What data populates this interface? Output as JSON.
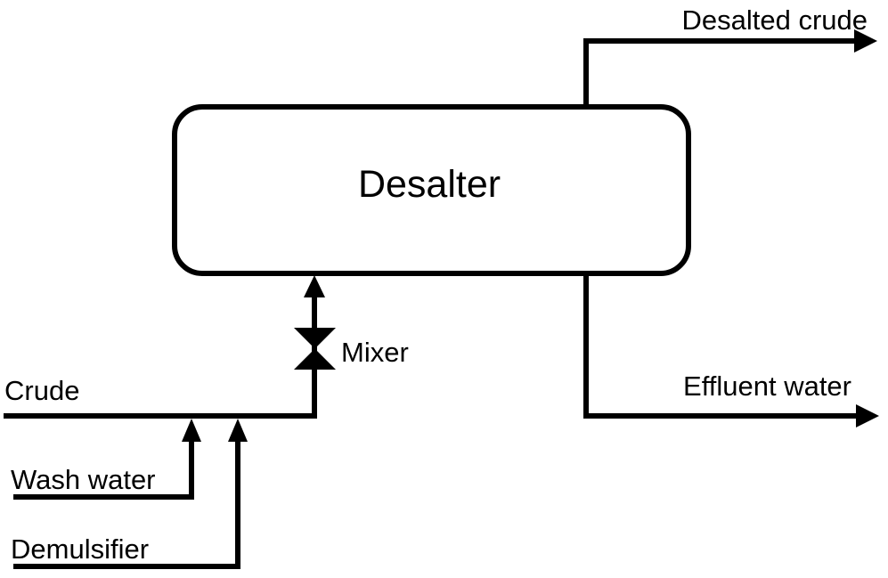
{
  "diagram": {
    "vessel": {
      "label": "Desalter"
    },
    "mixer": {
      "label": "Mixer"
    },
    "streams": {
      "desalted_crude": {
        "label": "Desalted crude"
      },
      "effluent_water": {
        "label": "Effluent water"
      },
      "crude": {
        "label": "Crude"
      },
      "wash_water": {
        "label": "Wash water"
      },
      "demulsifier": {
        "label": "Demulsifier"
      }
    },
    "colors": {
      "line": "#000000",
      "background": "#ffffff"
    }
  }
}
